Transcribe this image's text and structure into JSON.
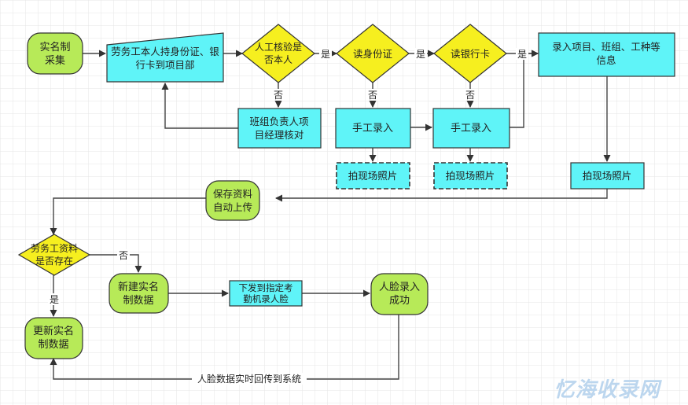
{
  "nodes": {
    "start": {
      "line1": "实名制",
      "line2": "采集"
    },
    "labor_docs": {
      "line1": "劳务工本人持身份证、银",
      "line2": "行卡到项目部"
    },
    "manual_check": {
      "line1": "人工核验是",
      "line2": "否本人"
    },
    "read_id": {
      "text": "读身份证"
    },
    "read_bank": {
      "text": "读银行卡"
    },
    "enter_info": {
      "line1": "录入项目、班组、工种等",
      "line2": "信息"
    },
    "team_review": {
      "line1": "班组负责人项",
      "line2": "目经理核对"
    },
    "manual_entry_1": {
      "text": "手工录入"
    },
    "manual_entry_2": {
      "text": "手工录入"
    },
    "photo_1": {
      "text": "拍现场照片"
    },
    "photo_2": {
      "text": "拍现场照片"
    },
    "photo_3": {
      "text": "拍现场照片"
    },
    "save_upload": {
      "line1": "保存资料",
      "line2": "自动上传"
    },
    "exists_check": {
      "line1": "劳务工资料",
      "line2": "是否存在"
    },
    "create_record": {
      "line1": "新建实名",
      "line2": "制数据"
    },
    "dispatch": {
      "line1": "下发到指定考",
      "line2": "勤机录人脸"
    },
    "face_done": {
      "line1": "人脸录入",
      "line2": "成功"
    },
    "update_record": {
      "line1": "更新实名",
      "line2": "制数据"
    }
  },
  "edge_labels": {
    "yes_1": "是",
    "yes_2": "是",
    "yes_3": "是",
    "no_1": "否",
    "no_2": "否",
    "no_3": "否",
    "no_exists": "否",
    "yes_exists": "是",
    "sync": "人脸数据实时回传到系统"
  },
  "watermark": "忆海收录网",
  "colors": {
    "terminal": "#b7ea58",
    "process": "#5ff4f8",
    "decision": "#f6ef1f",
    "border": "#333333",
    "grid": "#e6e6e6",
    "watermark": "#bcd6ee"
  }
}
